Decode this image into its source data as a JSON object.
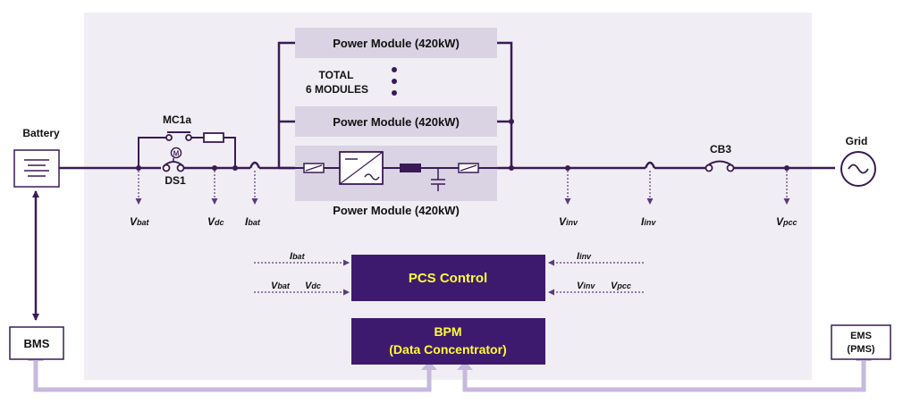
{
  "colors": {
    "panel_bg": "#f0eef4",
    "line": "#3a1a55",
    "module_bg": "#d9d3e3",
    "control_bg": "#3e1a6e",
    "control_text": "#ffff33",
    "comm_arrow": "#c7b9dc",
    "dashed": "#5b3a7c"
  },
  "labels": {
    "battery": "Battery",
    "grid": "Grid",
    "bms": "BMS",
    "ems_line1": "EMS",
    "ems_line2": "(PMS)",
    "mc1a": "MC1a",
    "ds1": "DS1",
    "cb3": "CB3",
    "motor": "M",
    "total_line1": "TOTAL",
    "total_line2": "6 MODULES"
  },
  "modules": [
    {
      "label": "Power Module (420kW)"
    },
    {
      "label": "Power Module (420kW)"
    },
    {
      "label": "Power Module (420kW)"
    }
  ],
  "measurements": {
    "vbat": {
      "main": "V",
      "sub": "bat"
    },
    "vdc": {
      "main": "V",
      "sub": "dc"
    },
    "ibat": {
      "main": "I",
      "sub": "bat"
    },
    "vinv": {
      "main": "V",
      "sub": "inv"
    },
    "iinv": {
      "main": "I",
      "sub": "inv"
    },
    "vpcc": {
      "main": "V",
      "sub": "pcc"
    }
  },
  "control": {
    "pcs_label": "PCS Control",
    "bpm_line1": "BPM",
    "bpm_line2": "(Data Concentrator)",
    "inputs_left": [
      {
        "main": "I",
        "sub": "bat"
      },
      {
        "main": "V",
        "sub": "bat"
      },
      {
        "main": "V",
        "sub": "dc"
      }
    ],
    "inputs_right": [
      {
        "main": "I",
        "sub": "inv"
      },
      {
        "main": "V",
        "sub": "inv"
      },
      {
        "main": "V",
        "sub": "pcc"
      }
    ]
  }
}
